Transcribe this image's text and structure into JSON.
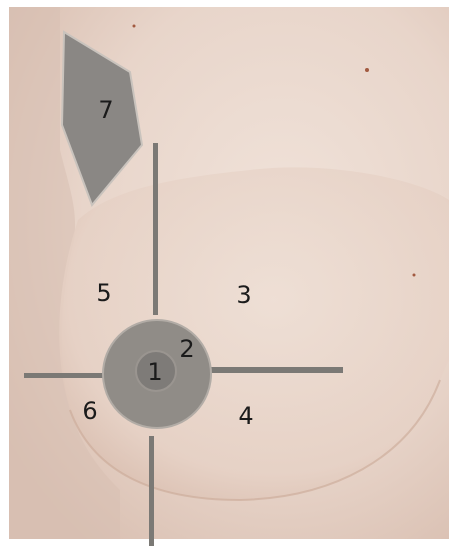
{
  "regions": [
    {
      "id": "1",
      "label": "1"
    },
    {
      "id": "2",
      "label": "2"
    },
    {
      "id": "3",
      "label": "3"
    },
    {
      "id": "4",
      "label": "4"
    },
    {
      "id": "5",
      "label": "5"
    },
    {
      "id": "6",
      "label": "6"
    },
    {
      "id": "7",
      "label": "7"
    }
  ],
  "colors": {
    "background_skin": "#e9d7cd",
    "skin_shadow": "#dcc4b6",
    "marker_gray": "#7b7975",
    "areola_gray": "#8f8b86",
    "nipple_gray": "#7d7a77",
    "label_text": "#1b1b1b"
  }
}
